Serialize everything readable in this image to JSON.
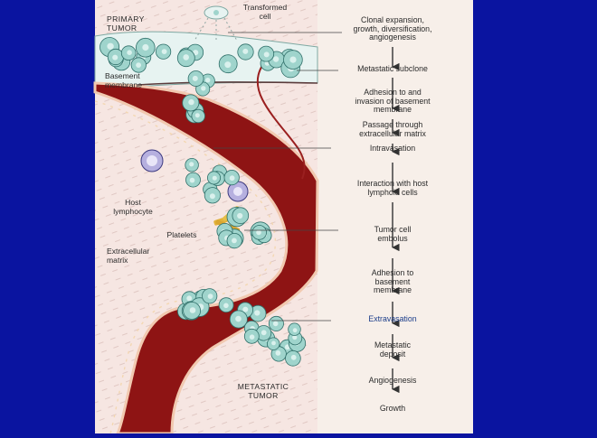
{
  "labels": {
    "transformed_cell": "Transformed\ncell",
    "primary_tumor": "PRIMARY\nTUMOR",
    "basement_membrane": "Basement\nmembrane",
    "host_lymphocyte": "Host\nlymphocyte",
    "platelets": "Platelets",
    "extracellular_matrix": "Extracellular\nmatrix",
    "metastatic_tumor": "METASTATIC\nTUMOR"
  },
  "steps": [
    "Clonal expansion,\ngrowth, diversification,\nangiogenesis",
    "Metastatic subclone",
    "Adhesion to and\ninvasion of basement\nmembrane",
    "Passage through\nextracellular matrix",
    "Intravasation",
    "Interaction with host\nlymphoid cells",
    "Tumor cell\nembolus",
    "Adhesion to\nbasement\nmembrane",
    "Extravasation",
    "Metastatic\ndeposit",
    "Angiogenesis",
    "Growth"
  ],
  "colors": {
    "background": "#0a14a0",
    "panel": "#f7efe9",
    "vessel": "#8e1414",
    "cell": "#9fd4cc",
    "tissue": "#f2d7d3"
  }
}
